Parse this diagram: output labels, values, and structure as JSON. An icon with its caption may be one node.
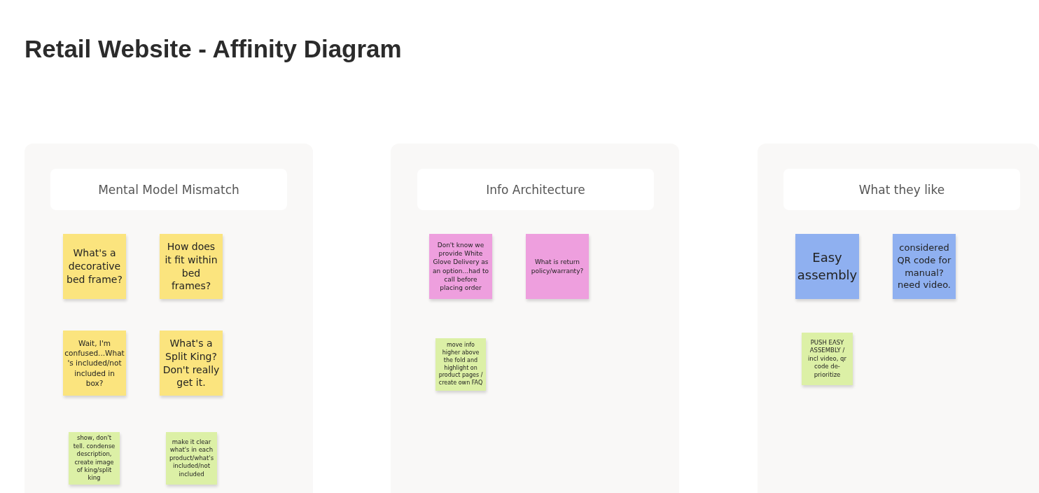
{
  "diagram": {
    "title": "Retail Website - Affinity Diagram",
    "nodes": [
      {
        "text": [],
        "shape": "box"
      },
      {
        "text": [
          "Mental Model Mismatch"
        ],
        "in": 0
      },
      {
        "text": [
          "What's a decorative bed frame?"
        ],
        "in": 0
      },
      {
        "text": [
          "How does it fit within bed frames?"
        ],
        "in": 0
      },
      {
        "text": [
          "Wait, I'm confused...What 's included/not included in box?"
        ],
        "in": 0
      },
      {
        "text": [
          "What's a Split King? Don't really get it."
        ],
        "in": 0
      },
      {
        "text": [
          "show, don't tell. condense description, create image of king/split king"
        ],
        "in": 0
      },
      {
        "text": [
          "make it clear what's in each product/what's included/not included"
        ],
        "in": 0
      },
      {
        "text": [],
        "shape": "box"
      },
      {
        "text": [
          "Info Architecture"
        ],
        "in": 8
      },
      {
        "text": [
          "Don't know we provide White Glove Delivery as an option...had to call before placing order"
        ],
        "in": 8
      },
      {
        "text": [
          "What is return policy/warranty?"
        ],
        "in": 8
      },
      {
        "text": [
          "move info higher above the fold and highlight on product pages / create own FAQ"
        ],
        "in": 8
      },
      {
        "text": [],
        "shape": "box"
      },
      {
        "text": [
          "What they like"
        ],
        "in": 13
      },
      {
        "text": [
          "Easy assembly"
        ],
        "in": 13
      },
      {
        "text": [
          "considered QR code for manual? need video."
        ],
        "in": 13
      },
      {
        "text": [
          "PUSH EASY ASSEMBLY / incl video, qr code de-prioritize"
        ],
        "in": 13
      }
    ]
  }
}
